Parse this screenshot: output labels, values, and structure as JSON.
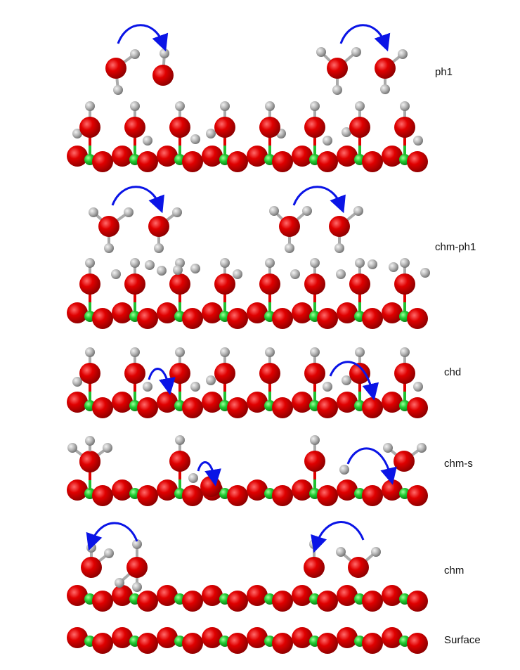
{
  "panels": [
    {
      "id": "ph1",
      "label": "ph1"
    },
    {
      "id": "chm-ph1",
      "label": "chm-ph1"
    },
    {
      "id": "chd",
      "label": "chd"
    },
    {
      "id": "chm-s",
      "label": "chm-s"
    },
    {
      "id": "chm",
      "label": "chm"
    },
    {
      "id": "surface",
      "label": "Surface"
    }
  ],
  "colors": {
    "oxygen": "#e00000",
    "metal": "#22cc33",
    "hydrogen": "#b8b8b8",
    "arrow": "#0a14e6"
  }
}
